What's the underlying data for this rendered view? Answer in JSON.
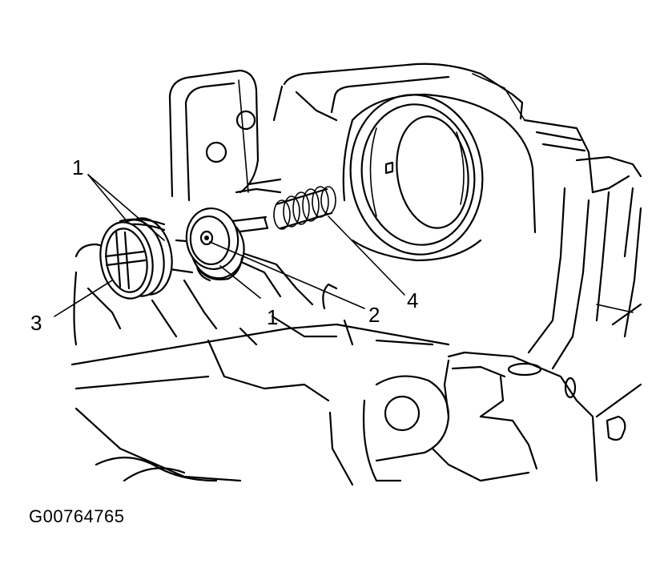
{
  "figure": {
    "id": "G00764765"
  },
  "callouts": [
    {
      "name": "callout-1-upper",
      "text": "1"
    },
    {
      "name": "callout-1-lower",
      "text": "1"
    },
    {
      "name": "callout-2",
      "text": "2"
    },
    {
      "name": "callout-3",
      "text": "3"
    },
    {
      "name": "callout-4",
      "text": "4"
    }
  ],
  "colors": {
    "line": "#000000",
    "background": "#ffffff"
  }
}
